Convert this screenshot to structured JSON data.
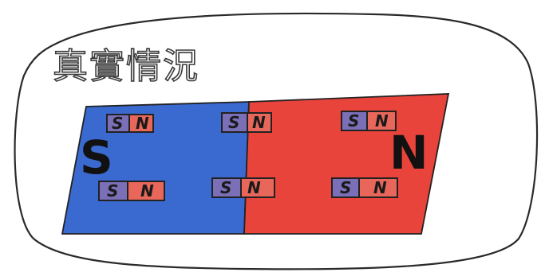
{
  "title": "真實情況",
  "big_magnet": {
    "left_pole": "S",
    "right_pole": "N",
    "left_color": "#3a6ad0",
    "right_color": "#e8443c"
  },
  "small_magnets": [
    {
      "s": "S",
      "n": "N"
    },
    {
      "s": "S",
      "n": "N"
    },
    {
      "s": "S",
      "n": "N"
    },
    {
      "s": "S",
      "n": "N"
    },
    {
      "s": "S",
      "n": "N"
    },
    {
      "s": "S",
      "n": "N"
    }
  ],
  "colors": {
    "ink": "#222222",
    "small_s_fill": "#7b6fb8",
    "small_n_fill": "#e8675a"
  }
}
